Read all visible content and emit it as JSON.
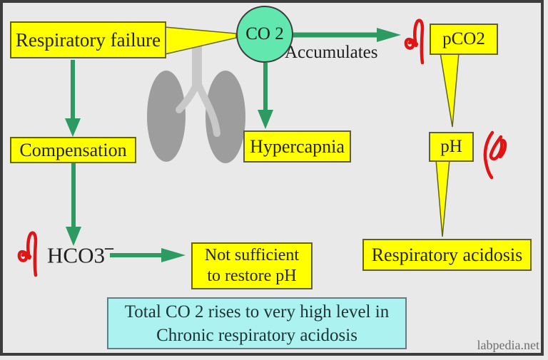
{
  "colors": {
    "background": "#e9e9e9",
    "frame_border": "#3d3d3d",
    "box_yellow_fill": "#ffff00",
    "box_yellow_border": "#62621a",
    "note_cyan_fill": "#abf2f0",
    "note_cyan_border": "#5d7f86",
    "arrow_green": "#2d9a62",
    "annotation_red": "#e01414",
    "co2_circle_fill": "#62e7ae",
    "lungs_lobe_gray": "#9d9d9d",
    "lungs_airway_gray": "#c8c8c8",
    "watermark_gray": "#6f6f6f"
  },
  "nodes": {
    "respiratory_failure": "Respiratory failure",
    "co2_circle": "CO 2",
    "accumulates_label": "Accumulates",
    "pco2": "pCO2",
    "ph": "pH",
    "respiratory_acidosis": "Respiratory acidosis",
    "compensation": "Compensation",
    "hypercapnia": "Hypercapnia",
    "hco3": "HCO3",
    "hco3_charge": "–",
    "not_sufficient": {
      "line1": "Not sufficient",
      "line2": "to restore pH"
    }
  },
  "note_box": {
    "line1": "Total CO 2 rises to very high level in",
    "line2": "Chronic respiratory acidosis"
  },
  "watermark": "labpedia.net",
  "annotations": {
    "pco2_trend": "up",
    "ph_trend": "down",
    "hco3_trend": "up"
  }
}
